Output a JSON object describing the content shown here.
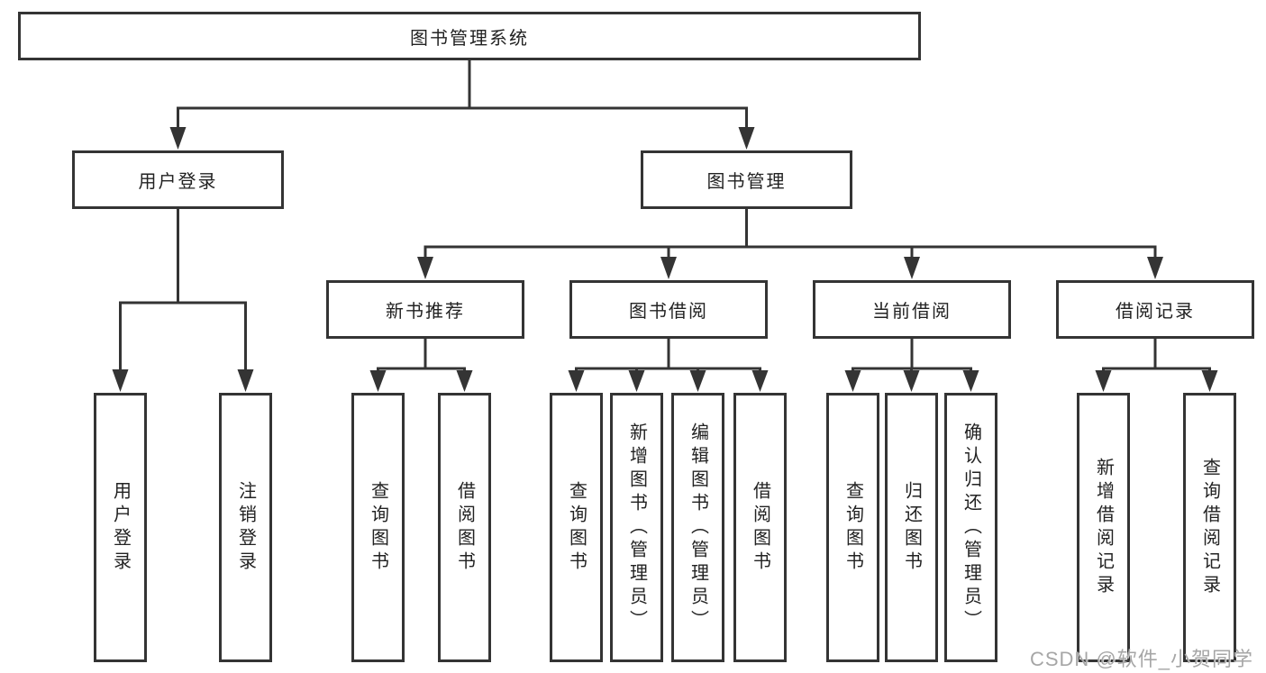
{
  "tree": {
    "root": {
      "label": "图书管理系统",
      "children": [
        {
          "label": "用户登录",
          "children": [
            {
              "label": "用户登录"
            },
            {
              "label": "注销登录"
            }
          ]
        },
        {
          "label": "图书管理",
          "children": [
            {
              "label": "新书推荐",
              "children": [
                {
                  "label": "查询图书"
                },
                {
                  "label": "借阅图书"
                }
              ]
            },
            {
              "label": "图书借阅",
              "children": [
                {
                  "label": "查询图书"
                },
                {
                  "label": "新增图书（管理员）"
                },
                {
                  "label": "编辑图书（管理员）"
                },
                {
                  "label": "借阅图书"
                }
              ]
            },
            {
              "label": "当前借阅",
              "children": [
                {
                  "label": "查询图书"
                },
                {
                  "label": "归还图书"
                },
                {
                  "label": "确认归还（管理员）"
                }
              ]
            },
            {
              "label": "借阅记录",
              "children": [
                {
                  "label": "新增借阅记录"
                },
                {
                  "label": "查询借阅记录"
                }
              ]
            }
          ]
        }
      ]
    }
  },
  "watermark": {
    "text": "CSDN @软件_小贺同学"
  },
  "colors": {
    "line": "#343434",
    "text": "#222222",
    "watermark": "#a6a6a6",
    "background": "#ffffff"
  }
}
